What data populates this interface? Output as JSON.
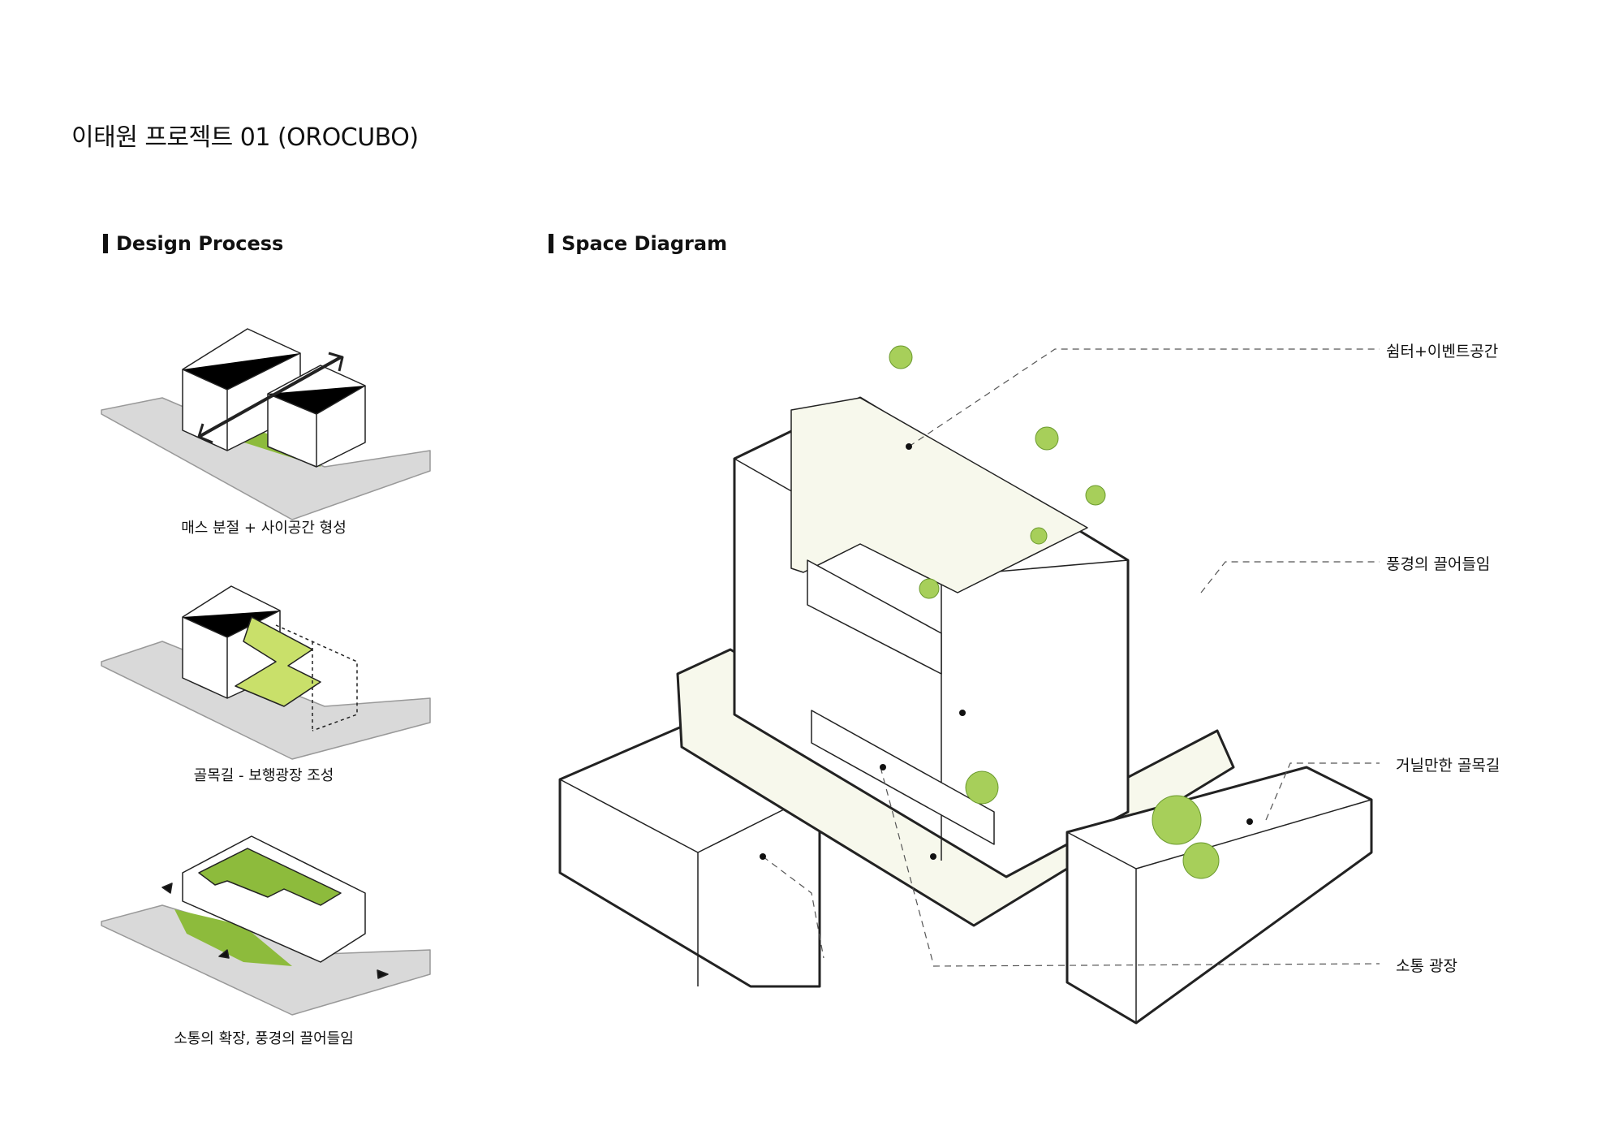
{
  "title": "이태원 프로젝트 01 (OROCUBO)",
  "sections": {
    "design_process": "Design Process",
    "space_diagram": "Space Diagram"
  },
  "process_steps": [
    {
      "caption": "매스 분절 + 사이공간 형성"
    },
    {
      "caption": "골목길 - 보행광장 조성"
    },
    {
      "caption": "소통의 확장, 풍경의 끌어들임"
    }
  ],
  "space_labels": [
    "쉼터+이벤트공간",
    "풍경의 끌어들임",
    "거닐만한 골목길",
    "소통 광장"
  ],
  "colors": {
    "green": "#8dbb3c",
    "light_green": "#c9e06a",
    "ground": "#d9d9d9",
    "floor": "#f7f8ec"
  }
}
